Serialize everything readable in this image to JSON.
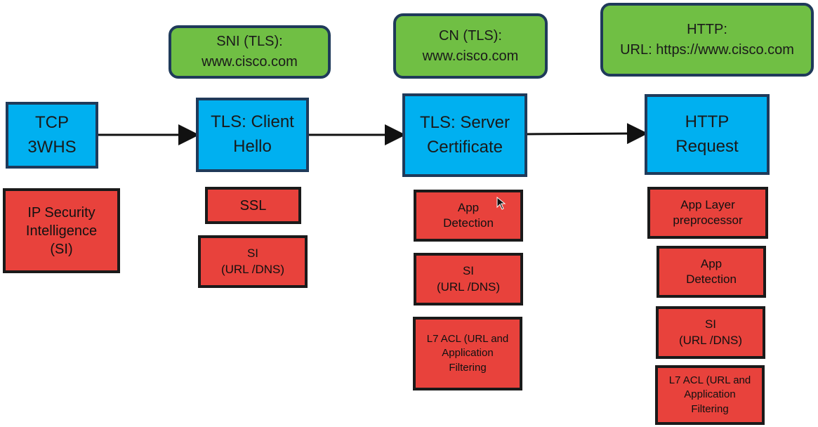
{
  "colors": {
    "stage": "#00b0f0",
    "field": "#70bf44",
    "inspection": "#e8423c",
    "border": "#1f3a5a"
  },
  "stages": [
    {
      "label": "TCP\n3WHS"
    },
    {
      "label": "TLS: Client\nHello"
    },
    {
      "label": "TLS: Server\nCertificate"
    },
    {
      "label": "HTTP\nRequest"
    }
  ],
  "fields": [
    {
      "label": "SNI (TLS):\nwww.cisco.com"
    },
    {
      "label": "CN (TLS):\nwww.cisco.com"
    },
    {
      "label": "HTTP:\nURL: https://www.cisco.com"
    }
  ],
  "inspections": {
    "tcp": [
      "IP Security\nIntelligence\n(SI)"
    ],
    "client_hello": [
      "SSL",
      "SI\n(URL /DNS)"
    ],
    "server_certificate": [
      "App\nDetection",
      "SI\n(URL /DNS)",
      "L7 ACL (URL and\nApplication\nFiltering"
    ],
    "http_request": [
      "App Layer\npreprocessor",
      "App\nDetection",
      "SI\n(URL /DNS)",
      "L7 ACL (URL and\nApplication\nFiltering"
    ]
  }
}
